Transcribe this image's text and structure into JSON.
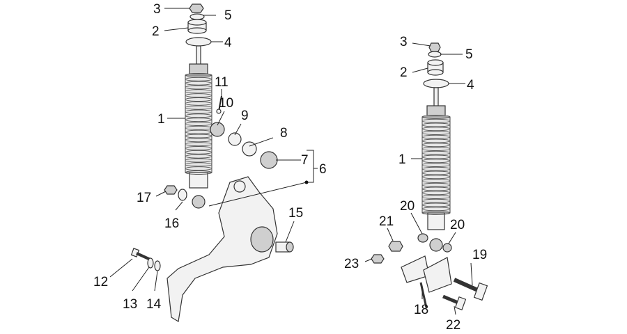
{
  "labels": {
    "l3": "3",
    "l5": "5",
    "l2": "2",
    "l4": "4",
    "l11": "11",
    "l10": "10",
    "l1": "1",
    "l9": "9",
    "l8": "8",
    "l7": "7",
    "l6": "6",
    "l17": "17",
    "l16": "16",
    "l15": "15",
    "l12": "12",
    "l13": "13",
    "l14": "14",
    "r3": "3",
    "r5": "5",
    "r2": "2",
    "r4": "4",
    "r1": "1",
    "r20a": "20",
    "r21": "21",
    "r20b": "20",
    "r19": "19",
    "r23": "23",
    "r18": "18",
    "r22": "22"
  }
}
